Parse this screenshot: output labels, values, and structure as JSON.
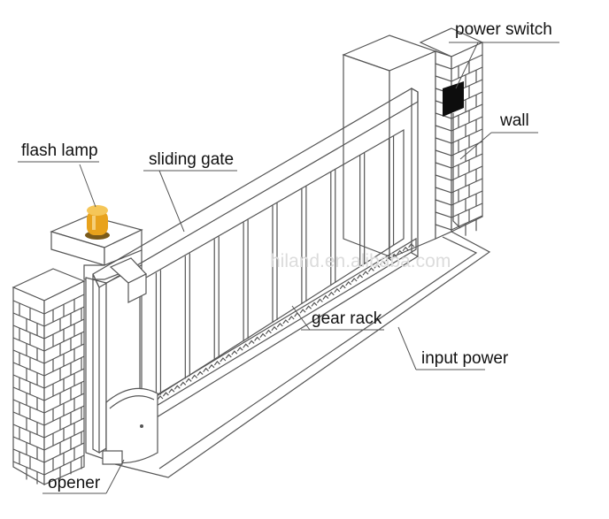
{
  "labels": {
    "power_switch": "power switch",
    "wall": "wall",
    "flash_lamp": "flash lamp",
    "sliding_gate": "sliding gate",
    "gear_rack": "gear rack",
    "input_power": "input power",
    "opener": "opener"
  },
  "watermark": "hiland.en.alibaba.com",
  "colors": {
    "lamp_amber": "#e8a21c",
    "lamp_base": "#7a5a1a",
    "switch_box": "#0d0d0d",
    "line": "#555555"
  },
  "icons": {
    "lamp": "flash-lamp-icon",
    "switch": "power-switch-box-icon",
    "opener": "gate-opener-icon"
  }
}
